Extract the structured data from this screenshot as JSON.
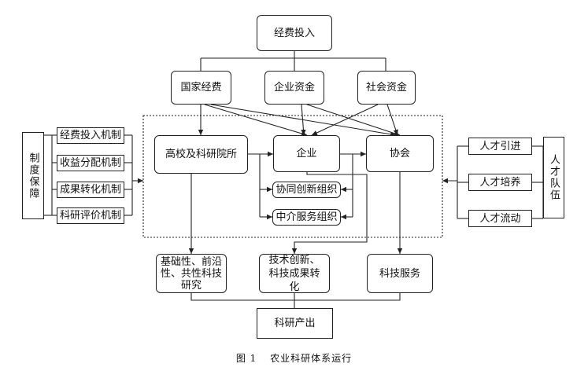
{
  "top": {
    "funding_input": "经费投入"
  },
  "sources": {
    "national": "国家经费",
    "enterprise_funds": "企业资金",
    "social": "社会资金"
  },
  "actors": {
    "university": "高校及科研院所",
    "enterprise": "企业",
    "association": "协会"
  },
  "intermediary": {
    "collab": "协同创新组织",
    "service": "中介服务组织"
  },
  "left": {
    "title": "制度保障",
    "mechanisms": [
      "经费投入机制",
      "收益分配机制",
      "成果转化机制",
      "科研评价机制"
    ]
  },
  "right": {
    "title": "人才队伍",
    "items": [
      "人才引进",
      "人才培养",
      "人才流动"
    ]
  },
  "outputs": {
    "basic_research": "基础性、前沿性、共性科技研究",
    "tech_innovation": "技术创新、科技成果转化",
    "tech_service": "科技服务"
  },
  "result": {
    "label": "科研产出"
  },
  "caption": {
    "figure_no": "图 1",
    "title": "农业科研体系运行"
  }
}
